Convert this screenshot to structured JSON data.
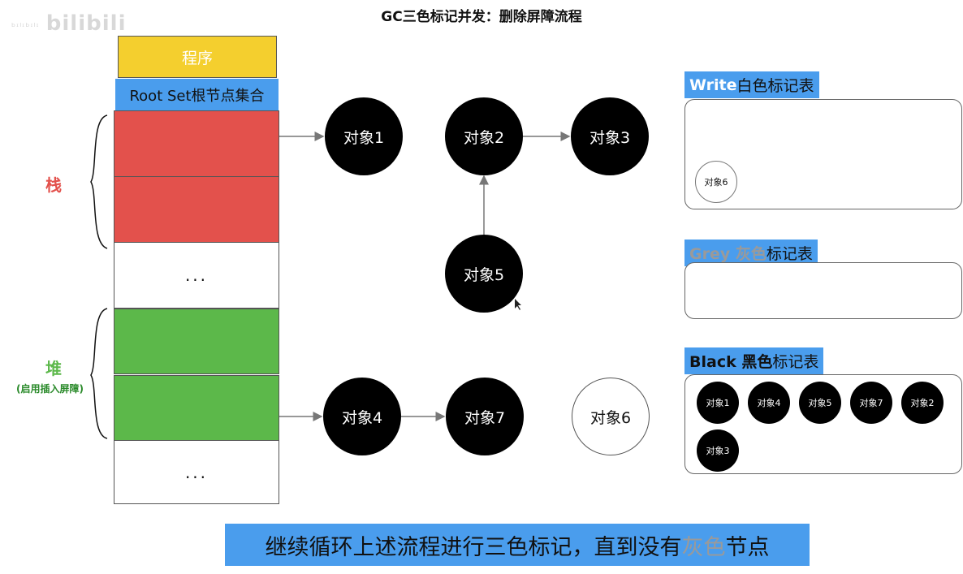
{
  "title": "GC三色标记并发：删除屏障流程",
  "watermark": {
    "left": "ᵇᶦˡᶦᵇᶦˡᶦ",
    "logo": "bilibili"
  },
  "program_label": "程序",
  "root_set_label": "Root Set根节点集合",
  "stack_label": "栈",
  "heap_label": "堆",
  "heap_sublabel": "(启用插入屏障)",
  "ellipsis": "...",
  "nodes": {
    "obj1": "对象1",
    "obj2": "对象2",
    "obj3": "对象3",
    "obj4": "对象4",
    "obj5": "对象5",
    "obj6": "对象6",
    "obj7": "对象7"
  },
  "white_table": {
    "title_bold": "Write",
    "title_rest": " 白色标记表",
    "items": [
      "对象6"
    ]
  },
  "grey_table": {
    "title_bold": "Grey 灰色",
    "title_rest": "标记表",
    "items": []
  },
  "black_table": {
    "title_bold": "Black 黑色",
    "title_rest": "标记表",
    "items": [
      "对象1",
      "对象4",
      "对象5",
      "对象7",
      "对象2",
      "对象3"
    ]
  },
  "subtitle": {
    "main": "继续循环上述流程进行三色标记，直到没有",
    "grey_word": "灰色",
    "end": "节点"
  },
  "colors": {
    "stack_red": "#e3514c",
    "heap_green": "#5cb84a",
    "program_yellow": "#f4cf2e",
    "label_blue": "#4a9ded",
    "grey_text": "#9a9a9a"
  }
}
